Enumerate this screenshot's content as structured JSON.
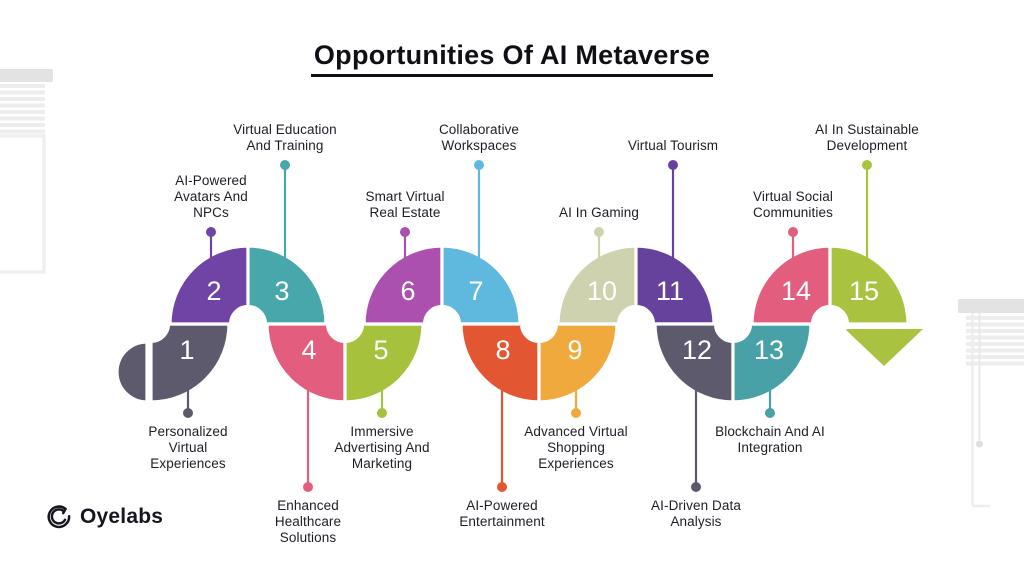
{
  "title": "Opportunities Of AI Metaverse",
  "brand": {
    "name": "Oyelabs",
    "icon": "oyelabs-swirl-icon",
    "color": "#16161f"
  },
  "icons": {
    "end_arrow": "arrow-down-icon",
    "left_decoration": "window-blinds-icon",
    "right_decoration": "window-blinds-icon"
  },
  "colors": {
    "background": "#ffffff",
    "title_text": "#0f0f15",
    "label_text": "#1d1d26",
    "number_text": "#ffffff",
    "arrow": "#a9c23f"
  },
  "segments": [
    {
      "num": "1",
      "label": "Personalized\nVirtual\nExperiences",
      "color": "#5d5a6d"
    },
    {
      "num": "2",
      "label": "AI-Powered\nAvatars And\nNPCs",
      "color": "#6f44a5"
    },
    {
      "num": "3",
      "label": "Virtual Education\nAnd Training",
      "color": "#47a7aa"
    },
    {
      "num": "4",
      "label": "Enhanced\nHealthcare\nSolutions",
      "color": "#e25d7e"
    },
    {
      "num": "5",
      "label": "Immersive\nAdvertising And\nMarketing",
      "color": "#a6c13c"
    },
    {
      "num": "6",
      "label": "Smart Virtual\nReal Estate",
      "color": "#ab50af"
    },
    {
      "num": "7",
      "label": "Collaborative\nWorkspaces",
      "color": "#5fb9df"
    },
    {
      "num": "8",
      "label": "AI-Powered\nEntertainment",
      "color": "#e25632"
    },
    {
      "num": "9",
      "label": "Advanced Virtual\nShopping\nExperiences",
      "color": "#f0a93c"
    },
    {
      "num": "10",
      "label": "AI In Gaming",
      "color": "#ced2ae"
    },
    {
      "num": "11",
      "label": "Virtual Tourism",
      "color": "#67429d"
    },
    {
      "num": "12",
      "label": "AI-Driven Data\nAnalysis",
      "color": "#5d5a6d"
    },
    {
      "num": "13",
      "label": "Blockchain And AI\nIntegration",
      "color": "#47a1a6"
    },
    {
      "num": "14",
      "label": "Virtual Social\nCommunities",
      "color": "#e25d7e"
    },
    {
      "num": "15",
      "label": "AI In Sustainable\nDevelopment",
      "color": "#a9c23f"
    }
  ]
}
